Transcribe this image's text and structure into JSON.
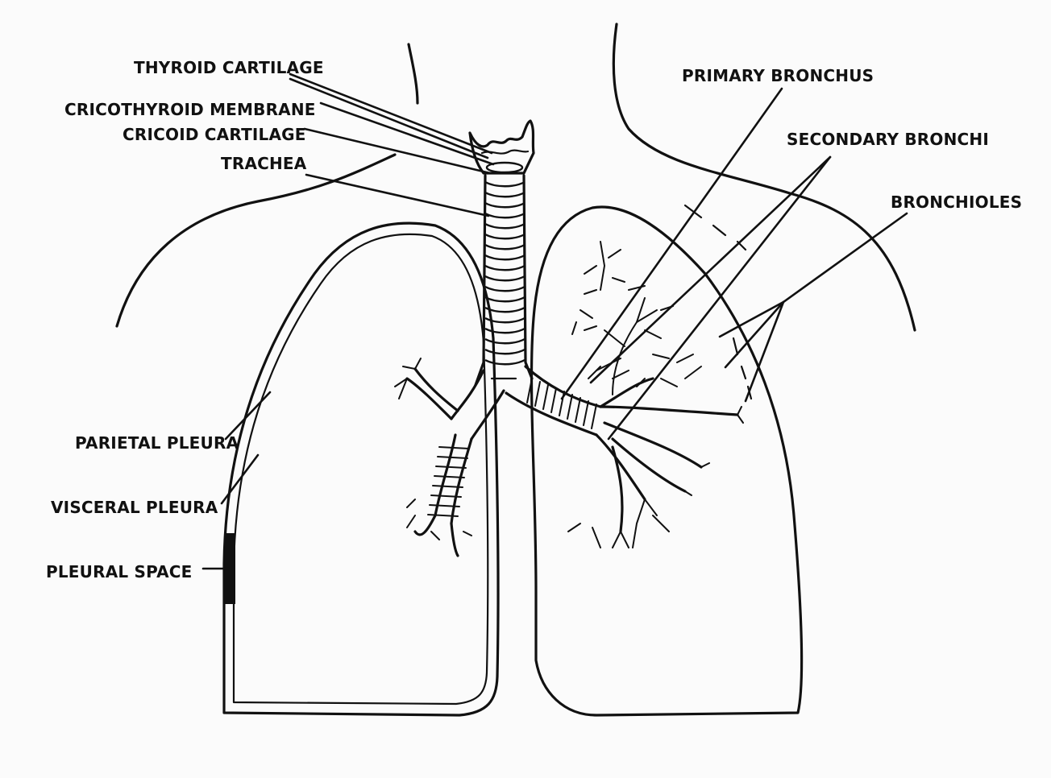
{
  "labels": {
    "thyroid_cartilage": "THYROID CARTILAGE",
    "cricothyroid_membrane": "CRICOTHYROID MEMBRANE",
    "cricoid_cartilage": "CRICOID CARTILAGE",
    "trachea": "TRACHEA",
    "primary_bronchus": "PRIMARY BRONCHUS",
    "secondary_bronchi": "SECONDARY BRONCHI",
    "bronchioles": "BRONCHIOLES",
    "parietal_pleura": "PARIETAL PLEURA",
    "visceral_pleura": "VISCERAL PLEURA",
    "pleural_space": "PLEURAL SPACE"
  },
  "colors": {
    "ink": "#111111",
    "paper": "#fbfbfb"
  }
}
